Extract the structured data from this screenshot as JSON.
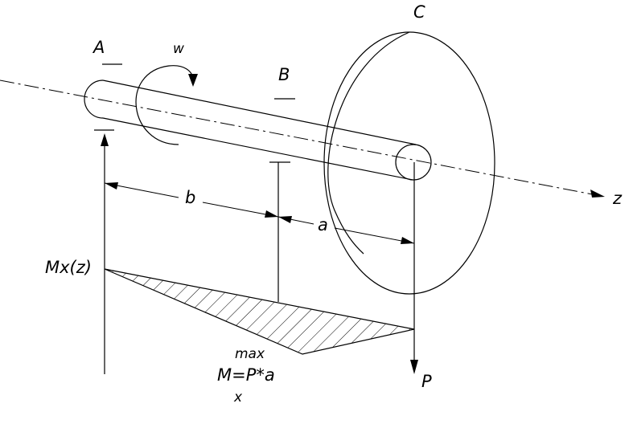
{
  "labels": {
    "A": "A",
    "B": "B",
    "C": "C",
    "w": "w",
    "b": "b",
    "a": "a",
    "z": "z",
    "P": "P",
    "moment_axis": "Mx(z)",
    "max_sup": "max",
    "max_formula": "M=P*a",
    "max_sub": "x"
  },
  "colors": {
    "ink": "#000000",
    "background": "#ffffff"
  }
}
